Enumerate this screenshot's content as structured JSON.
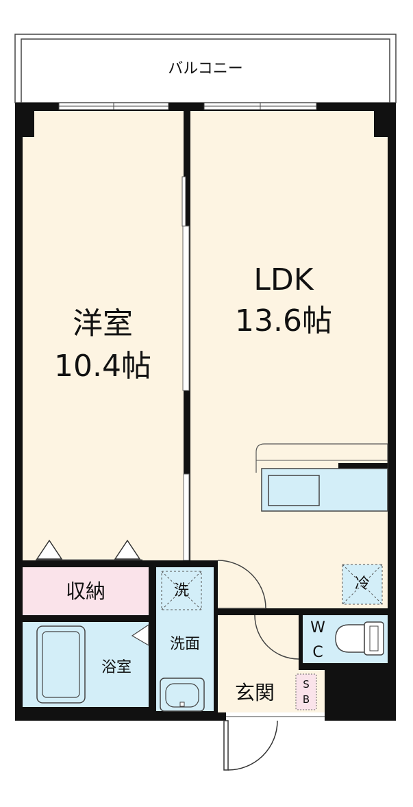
{
  "balcony": {
    "label": "バルコニー"
  },
  "rooms": {
    "western_room": {
      "name": "洋室",
      "size": "10.4帖"
    },
    "ldk": {
      "name": "LDK",
      "size": "13.6帖"
    },
    "storage": {
      "name": "収納"
    },
    "bathroom": {
      "name": "浴室"
    },
    "washroom": {
      "name": "洗面"
    },
    "entrance": {
      "name": "玄関"
    }
  },
  "fixtures": {
    "washer": "洗",
    "fridge": "冷",
    "toilet_w": "W",
    "toilet_c": "C",
    "shoe_box_s": "S",
    "shoe_box_b": "B"
  },
  "colors": {
    "room_fill": "#fdf4e2",
    "storage_fill": "#fae3ea",
    "wet_fill": "#d3eef8",
    "wall": "#111111"
  }
}
